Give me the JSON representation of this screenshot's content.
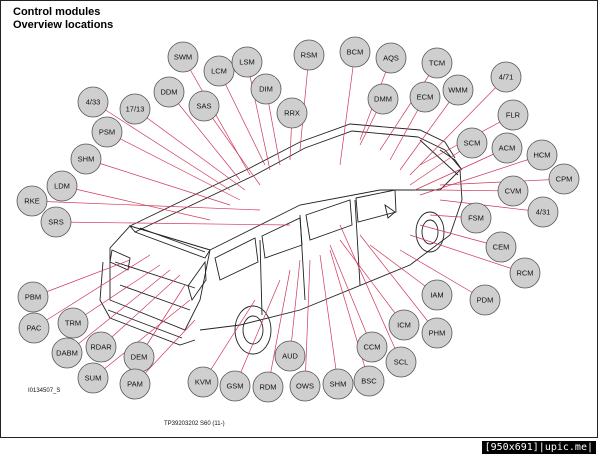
{
  "title": {
    "line1": "Control modules",
    "line2": "Overview locations"
  },
  "figure_id": "I0134507_S",
  "doc_ref": "TP39203202 S60 (11-)",
  "watermark": "[950x691]|upic.me|",
  "modules": [
    {
      "label": "SWM"
    },
    {
      "label": "LCM"
    },
    {
      "label": "LSM"
    },
    {
      "label": "DIM"
    },
    {
      "label": "RSM"
    },
    {
      "label": "BCM"
    },
    {
      "label": "AQS"
    },
    {
      "label": "TCM"
    },
    {
      "label": "DDM"
    },
    {
      "label": "SAS"
    },
    {
      "label": "RRX"
    },
    {
      "label": "DMM"
    },
    {
      "label": "ECM"
    },
    {
      "label": "WMM"
    },
    {
      "label": "4/71"
    },
    {
      "label": "4/33"
    },
    {
      "label": "17/13"
    },
    {
      "label": "PSM"
    },
    {
      "label": "FLR"
    },
    {
      "label": "SCM"
    },
    {
      "label": "ACM"
    },
    {
      "label": "HCM"
    },
    {
      "label": "SHM"
    },
    {
      "label": "CPM"
    },
    {
      "label": "LDM"
    },
    {
      "label": "CVM"
    },
    {
      "label": "RKE"
    },
    {
      "label": "4/31"
    },
    {
      "label": "SRS"
    },
    {
      "label": "FSM"
    },
    {
      "label": "CEM"
    },
    {
      "label": "RCM"
    },
    {
      "label": "PBM"
    },
    {
      "label": "IAM"
    },
    {
      "label": "PDM"
    },
    {
      "label": "PAC"
    },
    {
      "label": "TRM"
    },
    {
      "label": "ICM"
    },
    {
      "label": "PHM"
    },
    {
      "label": "DABM"
    },
    {
      "label": "RDAR"
    },
    {
      "label": "CCM"
    },
    {
      "label": "DEM"
    },
    {
      "label": "AUD"
    },
    {
      "label": "SCL"
    },
    {
      "label": "SUM"
    },
    {
      "label": "PAM"
    },
    {
      "label": "KVM"
    },
    {
      "label": "GSM"
    },
    {
      "label": "RDM"
    },
    {
      "label": "OWS"
    },
    {
      "label": "SHM"
    },
    {
      "label": "BSC"
    }
  ]
}
